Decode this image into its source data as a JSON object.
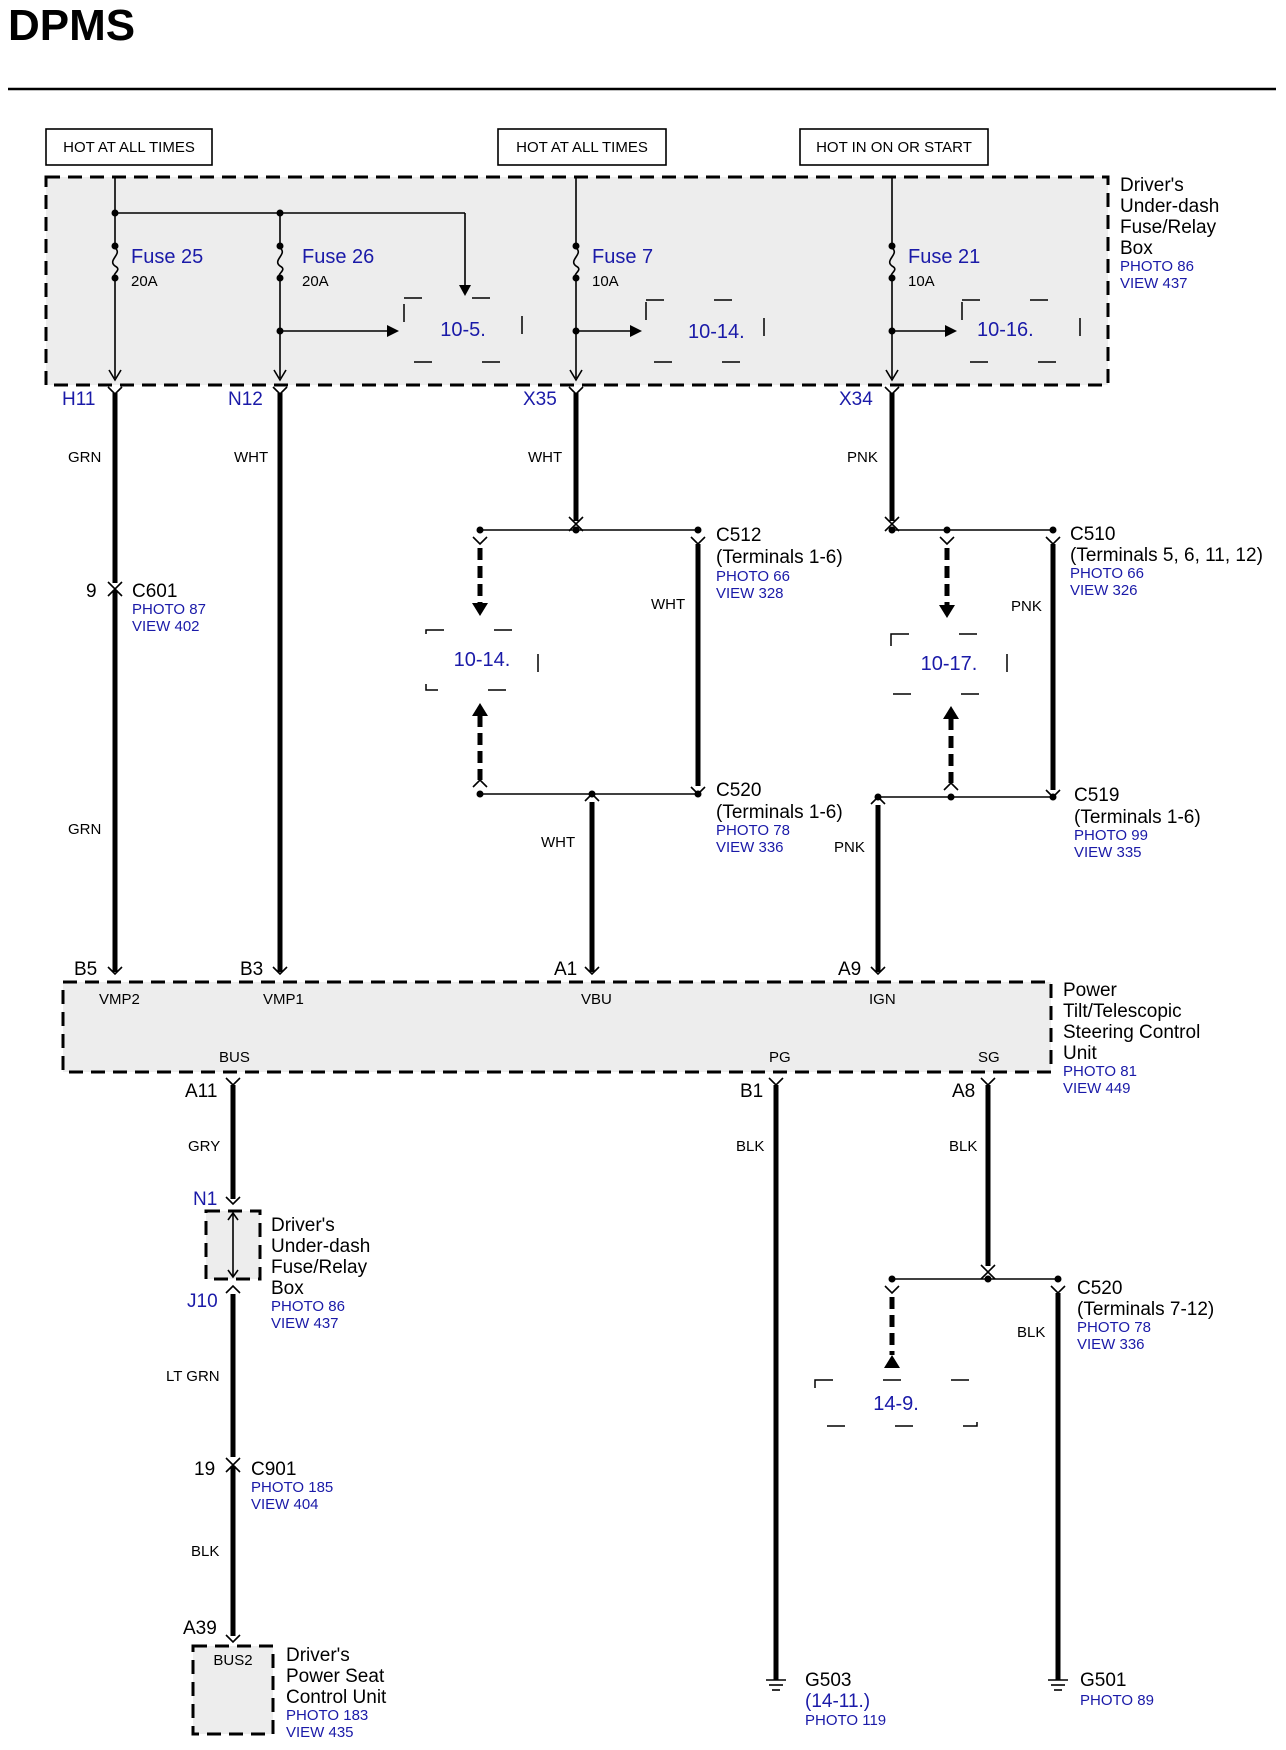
{
  "title": "DPMS",
  "power_labels": [
    "HOT AT ALL TIMES",
    "HOT AT ALL TIMES",
    "HOT IN ON OR START"
  ],
  "fuse_box": {
    "name_lines": [
      "Driver's",
      "Under-dash",
      "Fuse/Relay",
      "Box"
    ],
    "photo": "PHOTO 86",
    "view": "VIEW 437",
    "fuses": [
      {
        "name": "Fuse 25",
        "rating": "20A",
        "pin": "H11"
      },
      {
        "name": "Fuse 26",
        "rating": "20A",
        "pin": "N12"
      },
      {
        "name": "Fuse 7",
        "rating": "10A",
        "pin": "X35"
      },
      {
        "name": "Fuse 21",
        "rating": "10A",
        "pin": "X34"
      }
    ],
    "internal_refs": [
      "10-5.",
      "10-14.",
      "10-16."
    ]
  },
  "wire_colors": {
    "h11_top": "GRN",
    "h11_bottom": "GRN",
    "n12": "WHT",
    "x35": "WHT",
    "c512_right": "WHT",
    "c520_down": "WHT",
    "x34": "PNK",
    "c510_right": "PNK",
    "c519_down": "PNK",
    "a11": "GRY",
    "j10": "LT GRN",
    "c901_down": "BLK",
    "b1": "BLK",
    "a8": "BLK",
    "c520b_right": "BLK"
  },
  "connectors": {
    "c601": {
      "pin": "9",
      "name": "C601",
      "photo": "PHOTO 87",
      "view": "VIEW 402"
    },
    "c512": {
      "name": "C512",
      "terminals": "(Terminals 1-6)",
      "photo": "PHOTO 66",
      "view": "VIEW 328"
    },
    "c510": {
      "name": "C510",
      "terminals": "(Terminals 5, 6, 11, 12)",
      "photo": "PHOTO 66",
      "view": "VIEW 326"
    },
    "c520": {
      "name": "C520",
      "terminals": "(Terminals 1-6)",
      "photo": "PHOTO 78",
      "view": "VIEW 336"
    },
    "c519": {
      "name": "C519",
      "terminals": "(Terminals 1-6)",
      "photo": "PHOTO 99",
      "view": "VIEW 335"
    },
    "c520b": {
      "name": "C520",
      "terminals": "(Terminals 7-12)",
      "photo": "PHOTO 78",
      "view": "VIEW 336"
    },
    "c901": {
      "pin": "19",
      "name": "C901",
      "photo": "PHOTO 185",
      "view": "VIEW 404"
    }
  },
  "mid_refs": [
    "10-14.",
    "10-17.",
    "14-9."
  ],
  "control_unit": {
    "name_lines": [
      "Power",
      "Tilt/Telescopic",
      "Steering Control",
      "Unit"
    ],
    "photo": "PHOTO 81",
    "view": "VIEW 449",
    "top_pins": [
      {
        "pin": "B5",
        "signal": "VMP2"
      },
      {
        "pin": "B3",
        "signal": "VMP1"
      },
      {
        "pin": "A1",
        "signal": "VBU"
      },
      {
        "pin": "A9",
        "signal": "IGN"
      }
    ],
    "bottom_pins": [
      {
        "pin": "A11",
        "signal": "BUS"
      },
      {
        "pin": "B1",
        "signal": "PG"
      },
      {
        "pin": "A8",
        "signal": "SG"
      }
    ]
  },
  "fuse_box2": {
    "pin_top": "N1",
    "pin_bottom": "J10",
    "name_lines": [
      "Driver's",
      "Under-dash",
      "Fuse/Relay",
      "Box"
    ],
    "photo": "PHOTO 86",
    "view": "VIEW 437"
  },
  "seat_unit": {
    "pin": "A39",
    "signal": "BUS2",
    "name_lines": [
      "Driver's",
      "Power Seat",
      "Control Unit"
    ],
    "photo": "PHOTO 183",
    "view": "VIEW 435"
  },
  "grounds": {
    "g503": {
      "name": "G503",
      "ref": "(14-11.)",
      "photo": "PHOTO 119"
    },
    "g501": {
      "name": "G501",
      "photo": "PHOTO 89"
    }
  }
}
